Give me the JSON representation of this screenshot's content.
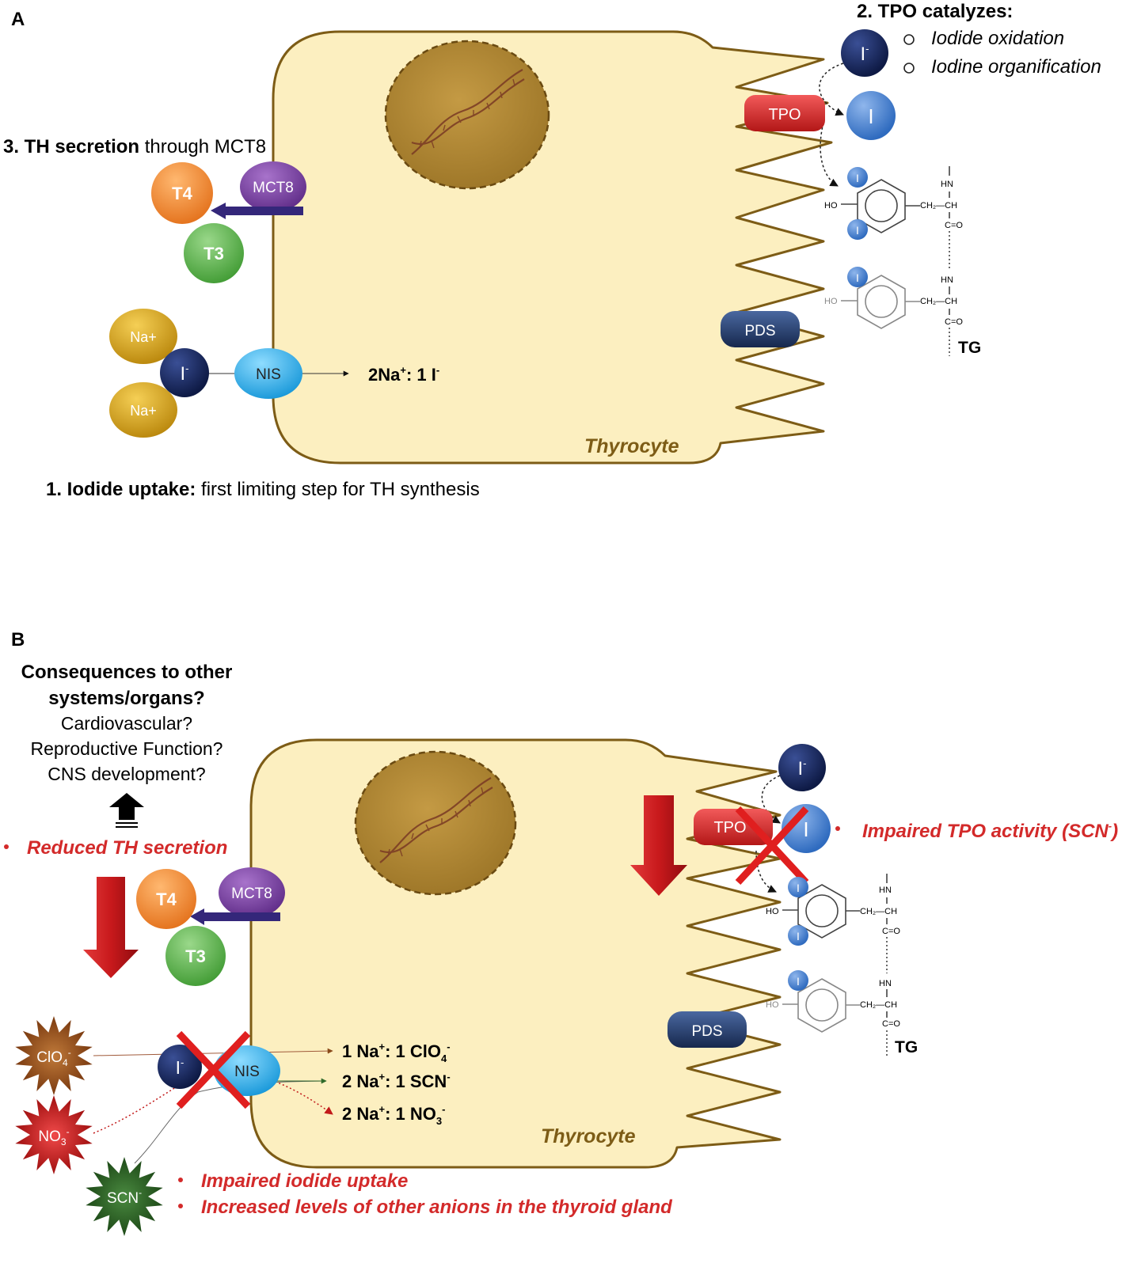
{
  "colors": {
    "cell_fill": "#fcefc0",
    "cell_stroke": "#7d5c16",
    "nucleus_fill": "#b08a3a",
    "tpo_red": "#d02a2a",
    "iodine_blue": "#4a83d0",
    "iodide_navy": "#17275e",
    "nis_cyan": "#2bb0ea",
    "mct8_purple": "#7b3fa3",
    "t4_orange": "#f08a2a",
    "t3_green": "#5ab548",
    "na_gold": "#d9a31a",
    "pds_navy": "#1f3763",
    "impair_red": "#d32a2a",
    "arrow_red": "#c0181b"
  },
  "panelA": {
    "letter": "A",
    "tpo_title": "2. TPO catalyzes:",
    "tpo_items": [
      "Iodide oxidation",
      "Iodine organification"
    ],
    "secretion_bold": "3. TH secretion",
    "secretion_rest": " through MCT8",
    "uptake_bold": "1. Iodide uptake:",
    "uptake_rest": " first limiting step for TH synthesis",
    "stoich": "2Na",
    "stoich_sup": "+",
    "stoich_rest": ": 1 I",
    "stoich_sup2": "-",
    "cell_label": "Thyrocyte",
    "tg_label": "TG",
    "labels": {
      "iodide": "I",
      "iodide_sup": "-",
      "iodine": "I",
      "tpo": "TPO",
      "t4": "T4",
      "t3": "T3",
      "mct8": "MCT8",
      "na": "Na+",
      "nis": "NIS",
      "pds": "PDS"
    }
  },
  "panelB": {
    "letter": "B",
    "consequences_title_1": "Consequences to other",
    "consequences_title_2": "systems/organs?",
    "consequences_items": [
      "Cardiovascular?",
      "Reproductive Function?",
      "CNS development?"
    ],
    "reduced_secretion": "Reduced TH secretion",
    "impaired_tpo": "Impaired TPO activity (SCN",
    "impaired_tpo_sup": "-",
    "impaired_tpo_end": ")",
    "impaired_uptake": "Impaired iodide uptake",
    "increased_anions": "Increased levels of other anions in the thyroid gland",
    "stoich": [
      {
        "a": "1 Na",
        "b": "+",
        "c": ": 1 ClO",
        "sub": "4",
        "sup": "-"
      },
      {
        "a": "2 Na",
        "b": "+",
        "c": ": 1 SCN",
        "sub": "",
        "sup": "-"
      },
      {
        "a": "2 Na",
        "b": "+",
        "c": ": 1 NO",
        "sub": "3",
        "sup": "-"
      }
    ],
    "anions": {
      "clo4": "ClO",
      "clo4_sub": "4",
      "clo4_sup": "-",
      "no3": "NO",
      "no3_sub": "3",
      "no3_sup": "-",
      "scn": "SCN",
      "scn_sup": "-"
    },
    "cell_label": "Thyrocyte",
    "tg_label": "TG"
  },
  "chem": {
    "ho": "HO",
    "hn": "HN",
    "ch2ch": "CH₂—CH",
    "co": "C=O"
  }
}
